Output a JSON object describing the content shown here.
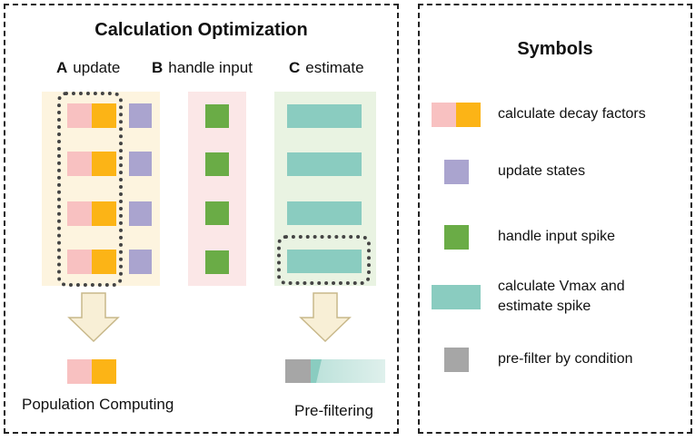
{
  "optimization": {
    "title": "Calculation Optimization",
    "columns": [
      {
        "letter": "A",
        "label": "update"
      },
      {
        "letter": "B",
        "label": "handle input"
      },
      {
        "letter": "C",
        "label": "estimate"
      }
    ],
    "population_label": "Population Computing",
    "prefilter_label": "Pre-filtering"
  },
  "symbols": {
    "title": "Symbols",
    "items": [
      {
        "label": "calculate decay factors"
      },
      {
        "label": "update states"
      },
      {
        "label": "handle input spike"
      },
      {
        "label": "calculate Vmax and estimate spike"
      },
      {
        "label": "pre-filter by condition"
      }
    ]
  },
  "colors": {
    "decay_pink": "#f8c1c1",
    "decay_orange": "#fcb416",
    "update_purple": "#aaa4cf",
    "input_green": "#6aac46",
    "vmax_teal": "#8accc0",
    "prefilter_gray": "#a6a6a6",
    "bg_update": "#fdf4df",
    "bg_input": "#fbe7e7",
    "bg_estimate": "#e9f3e2",
    "arrow_fill": "#f8efd6",
    "arrow_stroke": "#c8b88a"
  }
}
